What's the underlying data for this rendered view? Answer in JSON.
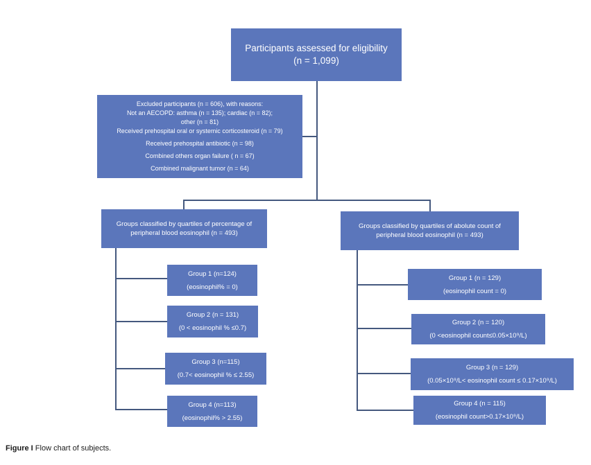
{
  "colors": {
    "box_fill": "#5b76bb",
    "box_text": "#ffffff",
    "connector": "#44587e",
    "caption_text": "#1a1a1a"
  },
  "eligibility": {
    "line1": "Participants assessed for eligibility",
    "line2": "(n = 1,099)"
  },
  "excluded": {
    "lines": [
      "Excluded participants (n = 606), with reasons:",
      "Not an AECOPD: asthma (n = 135); cardiac (n = 82);",
      "other (n = 81)",
      "Received prehospital oral or systemic corticosteroid (n = 79)",
      "Received prehospital antibiotic (n = 98)",
      "Combined others organ failure ( n = 67)",
      "Combined malignant tumor (n = 64)"
    ]
  },
  "branches": {
    "percentage": {
      "line1": "Groups classified by quartiles of percentage of",
      "line2": "peripheral blood eosinophil (n = 493)",
      "groups": [
        {
          "title": "Group 1 (n=124)",
          "condition": "(eosinophil% = 0)"
        },
        {
          "title": "Group 2 (n = 131)",
          "condition": "(0 < eosinophil % ≤0.7)"
        },
        {
          "title": "Group 3 (n=115)",
          "condition": "(0.7< eosinophil % ≤ 2.55)"
        },
        {
          "title": "Group 4 (n=113)",
          "condition": "(eosinophil% > 2.55)"
        }
      ]
    },
    "count": {
      "line1": "Groups classified by quartiles of abolute count of",
      "line2": "peripheral blood eosinophil (n = 493)",
      "groups": [
        {
          "title": "Group 1 (n = 129)",
          "condition": "(eosinophil count = 0)"
        },
        {
          "title": "Group 2 (n = 120)",
          "condition": "(0 <eosinophil count≤0.05×10⁹/L)"
        },
        {
          "title": "Group 3 (n = 129)",
          "condition": "(0.05×10⁹/L< eosinophil count ≤ 0.17×10⁹/L)"
        },
        {
          "title": "Group 4 (n = 115)",
          "condition": "(eosinophil count>0.17×10⁹/L)"
        }
      ]
    }
  },
  "caption": {
    "label": "Figure I",
    "text": " Flow chart of subjects."
  }
}
